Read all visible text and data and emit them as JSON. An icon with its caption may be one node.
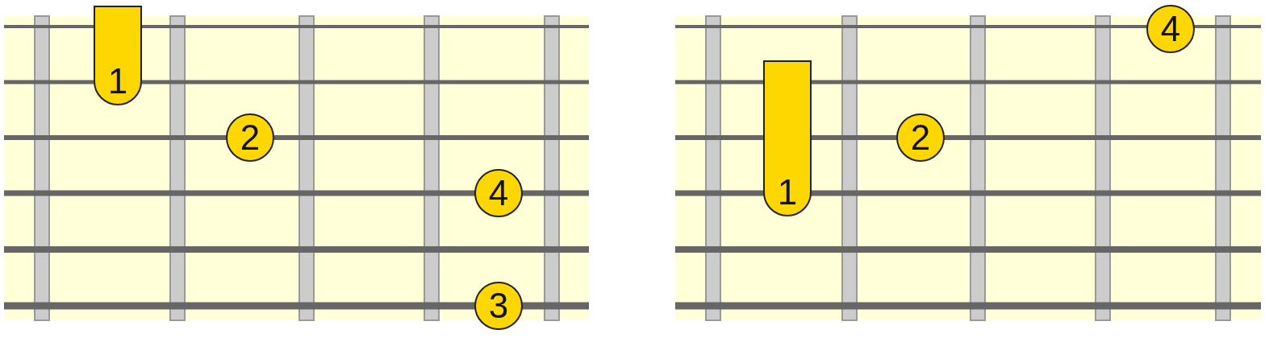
{
  "diagram": {
    "nodes": [
      {
        "text": [
          "1"
        ]
      },
      {
        "text": [
          "2"
        ]
      },
      {
        "text": [
          "4"
        ]
      },
      {
        "text": [
          "3"
        ]
      },
      {
        "text": [
          "4"
        ]
      },
      {
        "text": [
          "1"
        ]
      },
      {
        "text": [
          "2"
        ]
      }
    ]
  }
}
